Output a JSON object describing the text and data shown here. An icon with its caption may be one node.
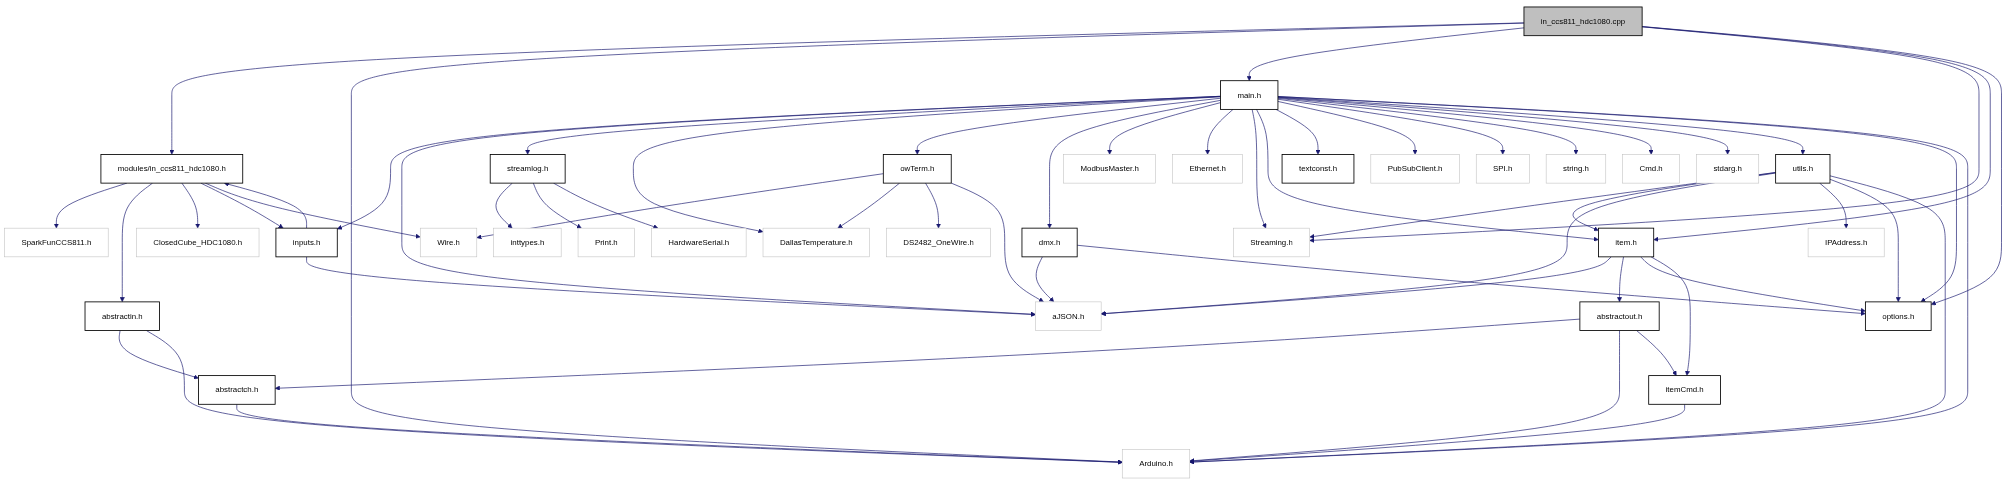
{
  "diagram": {
    "nodes": [
      {
        "text": [
          "in_ccs811_hdc1080.cpp"
        ]
      },
      {
        "text": [
          "main.h"
        ]
      },
      {
        "text": [
          "modules/in_ccs811_hdc1080.h"
        ]
      },
      {
        "text": [
          "streamlog.h"
        ]
      },
      {
        "text": [
          "owTerm.h"
        ]
      },
      {
        "text": [
          "ModbusMaster.h"
        ]
      },
      {
        "text": [
          "Ethernet.h"
        ]
      },
      {
        "text": [
          "textconst.h"
        ]
      },
      {
        "text": [
          "PubSubClient.h"
        ]
      },
      {
        "text": [
          "SPI.h"
        ]
      },
      {
        "text": [
          "string.h"
        ]
      },
      {
        "text": [
          "Cmd.h"
        ]
      },
      {
        "text": [
          "stdarg.h"
        ]
      },
      {
        "text": [
          "utils.h"
        ]
      },
      {
        "text": [
          "SparkFunCCS811.h"
        ]
      },
      {
        "text": [
          "ClosedCube_HDC1080.h"
        ]
      },
      {
        "text": [
          "inputs.h"
        ]
      },
      {
        "text": [
          "inttypes.h"
        ]
      },
      {
        "text": [
          "Wire.h"
        ]
      },
      {
        "text": [
          "Print.h"
        ]
      },
      {
        "text": [
          "HardwareSerial.h"
        ]
      },
      {
        "text": [
          "DallasTemperature.h"
        ]
      },
      {
        "text": [
          "DS2482_OneWire.h"
        ]
      },
      {
        "text": [
          "dmx.h"
        ]
      },
      {
        "text": [
          "Streaming.h"
        ]
      },
      {
        "text": [
          "item.h"
        ]
      },
      {
        "text": [
          "IPAddress.h"
        ]
      },
      {
        "text": [
          "abstractin.h"
        ]
      },
      {
        "text": [
          "aJSON.h"
        ]
      },
      {
        "text": [
          "abstractout.h"
        ]
      },
      {
        "text": [
          "options.h"
        ]
      },
      {
        "text": [
          "abstractch.h"
        ]
      },
      {
        "text": [
          "itemCmd.h"
        ]
      },
      {
        "text": [
          "Arduino.h"
        ]
      }
    ],
    "edges": [
      {
        "from": 0,
        "to": 2,
        "arrow": "to"
      },
      {
        "from": 0,
        "to": 33,
        "arrow": "to"
      },
      {
        "from": 0,
        "to": 1,
        "arrow": "to"
      },
      {
        "from": 0,
        "to": 24,
        "arrow": "to"
      },
      {
        "from": 0,
        "to": 25,
        "arrow": "to"
      },
      {
        "from": 0,
        "to": 30,
        "arrow": "to"
      },
      {
        "from": 1,
        "to": 16,
        "arrow": "to"
      },
      {
        "from": 1,
        "to": 28,
        "arrow": "to"
      },
      {
        "from": 1,
        "to": 3,
        "arrow": "to"
      },
      {
        "from": 1,
        "to": 21,
        "arrow": "to"
      },
      {
        "from": 1,
        "to": 4,
        "arrow": "to"
      },
      {
        "from": 1,
        "to": 23,
        "arrow": "to"
      },
      {
        "from": 1,
        "to": 5,
        "arrow": "to"
      },
      {
        "from": 1,
        "to": 6,
        "arrow": "to"
      },
      {
        "from": 1,
        "to": 24,
        "arrow": "to"
      },
      {
        "from": 1,
        "to": 25,
        "arrow": "to"
      },
      {
        "from": 1,
        "to": 7,
        "arrow": "to"
      },
      {
        "from": 1,
        "to": 8,
        "arrow": "to"
      },
      {
        "from": 1,
        "to": 9,
        "arrow": "to"
      },
      {
        "from": 1,
        "to": 10,
        "arrow": "to"
      },
      {
        "from": 1,
        "to": 11,
        "arrow": "to"
      },
      {
        "from": 1,
        "to": 12,
        "arrow": "to"
      },
      {
        "from": 1,
        "to": 13,
        "arrow": "to"
      },
      {
        "from": 1,
        "to": 30,
        "arrow": "to"
      },
      {
        "from": 1,
        "to": 33,
        "arrow": "to"
      },
      {
        "from": 2,
        "to": 14,
        "arrow": "to"
      },
      {
        "from": 2,
        "to": 27,
        "arrow": "to"
      },
      {
        "from": 2,
        "to": 15,
        "arrow": "to"
      },
      {
        "from": 2,
        "to": 16,
        "arrow": "to"
      },
      {
        "from": 2,
        "to": 18,
        "arrow": "to"
      },
      {
        "from": 16,
        "to": 2,
        "arrow": "to"
      },
      {
        "from": 16,
        "to": 28,
        "arrow": "to"
      },
      {
        "from": 3,
        "to": 17,
        "arrow": "to"
      },
      {
        "from": 3,
        "to": 19,
        "arrow": "to"
      },
      {
        "from": 3,
        "to": 20,
        "arrow": "to"
      },
      {
        "from": 4,
        "to": 18,
        "arrow": "to"
      },
      {
        "from": 4,
        "to": 21,
        "arrow": "to"
      },
      {
        "from": 4,
        "to": 22,
        "arrow": "to"
      },
      {
        "from": 4,
        "to": 28,
        "arrow": "to"
      },
      {
        "from": 13,
        "to": 24,
        "arrow": "to"
      },
      {
        "from": 13,
        "to": 25,
        "arrow": "to"
      },
      {
        "from": 13,
        "to": 28,
        "arrow": "to"
      },
      {
        "from": 13,
        "to": 26,
        "arrow": "to"
      },
      {
        "from": 13,
        "to": 30,
        "arrow": "to"
      },
      {
        "from": 13,
        "to": 33,
        "arrow": "to"
      },
      {
        "from": 23,
        "to": 28,
        "arrow": "to"
      },
      {
        "from": 23,
        "to": 30,
        "arrow": "to"
      },
      {
        "from": 25,
        "to": 28,
        "arrow": "to"
      },
      {
        "from": 25,
        "to": 29,
        "arrow": "to"
      },
      {
        "from": 25,
        "to": 30,
        "arrow": "to"
      },
      {
        "from": 25,
        "to": 32,
        "arrow": "to"
      },
      {
        "from": 27,
        "to": 31,
        "arrow": "to"
      },
      {
        "from": 27,
        "to": 33,
        "arrow": "to"
      },
      {
        "from": 29,
        "to": 31,
        "arrow": "to"
      },
      {
        "from": 29,
        "to": 33,
        "arrow": "to"
      },
      {
        "from": 29,
        "to": 32,
        "arrow": "to"
      },
      {
        "from": 31,
        "to": 33,
        "arrow": "to"
      },
      {
        "from": 32,
        "to": 33,
        "arrow": "to"
      }
    ]
  }
}
